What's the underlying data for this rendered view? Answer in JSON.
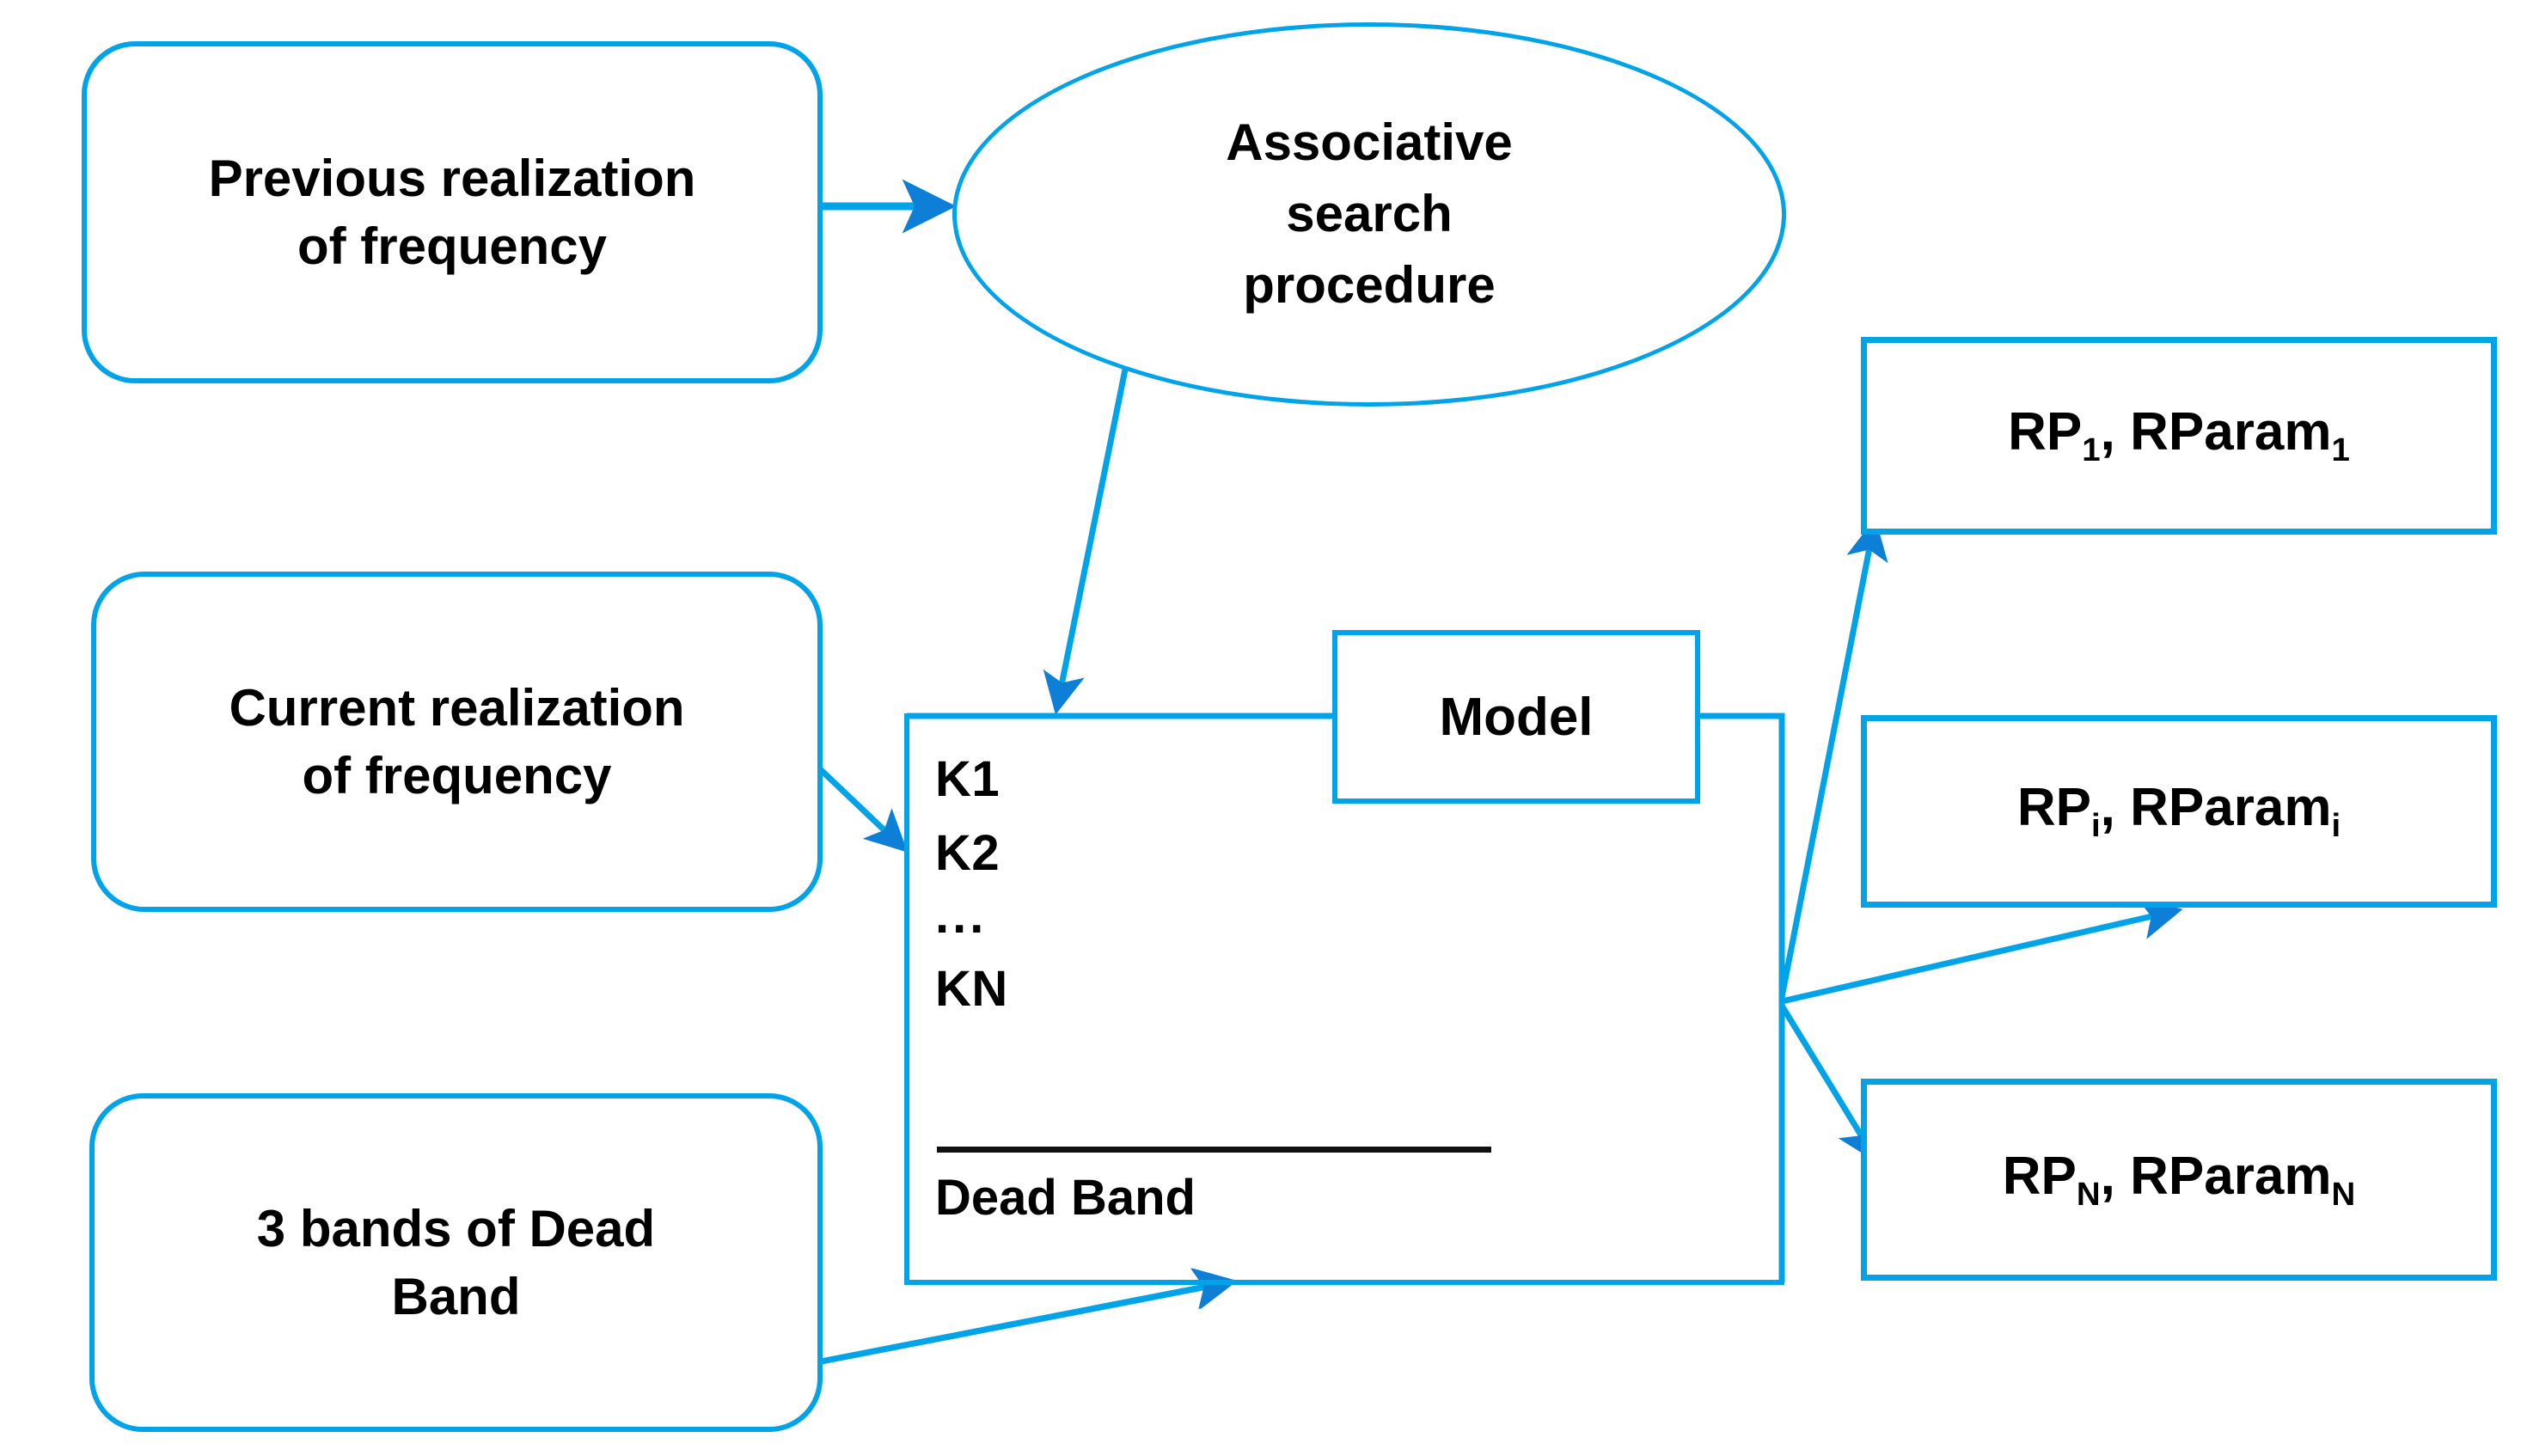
{
  "diagram": {
    "title": "Associative search model-based frequency control block diagram",
    "accent_color": "#00A3E8",
    "rule_color": "#111111",
    "background_color": "#FFFFFF"
  },
  "nodes": {
    "previous_realization": {
      "label": "Previous realization of frequency",
      "line1": "Previous realization",
      "line2": "of frequency",
      "shape": "rounded-rectangle"
    },
    "associative_search": {
      "label": "Associative search procedure",
      "line1": "Associative",
      "line2": "search",
      "line3": "procedure",
      "shape": "ellipse"
    },
    "current_realization": {
      "label": "Current realization of frequency",
      "line1": "Current realization",
      "line2": "of frequency",
      "shape": "rounded-rectangle"
    },
    "dead_band_source": {
      "label": "3 bands of Dead Band",
      "line1": "3 bands of Dead",
      "line2": "Band",
      "shape": "rounded-rectangle"
    },
    "model": {
      "label": "Model",
      "shape": "rectangle"
    },
    "k_list": {
      "items": [
        "K1",
        "K2",
        "...",
        "KN"
      ],
      "footer": "Dead Band",
      "shape": "rectangle"
    }
  },
  "outputs": [
    {
      "id": "rp-1",
      "base1": "RP",
      "sub1": "1",
      "separator": ", ",
      "base2": "RParam",
      "sub2": "1",
      "label": "RP1, RParam1"
    },
    {
      "id": "rp-i",
      "base1": "RP",
      "sub1": "i",
      "separator": ", ",
      "base2": "RParam",
      "sub2": "i",
      "label": "RPi, RParami"
    },
    {
      "id": "rp-n",
      "base1": "RP",
      "sub1": "N",
      "separator": ", ",
      "base2": "RParam",
      "sub2": "N",
      "label": "RPN, RParamN"
    }
  ],
  "connections": [
    {
      "from": "previous_realization",
      "to": "associative_search",
      "arrow": true
    },
    {
      "from": "associative_search",
      "to": "k_list",
      "arrow": true
    },
    {
      "from": "current_realization",
      "to": "k_list",
      "arrow": true
    },
    {
      "from": "dead_band_source",
      "to": "k_list",
      "arrow": true
    },
    {
      "from": "k_list",
      "to": "model",
      "arrow": false
    },
    {
      "from": "model",
      "to": "k_list",
      "arrow": false
    },
    {
      "from": "k_list",
      "to": "rp-1",
      "arrow": true
    },
    {
      "from": "k_list",
      "to": "rp-i",
      "arrow": true
    },
    {
      "from": "k_list",
      "to": "rp-n",
      "arrow": true
    }
  ]
}
